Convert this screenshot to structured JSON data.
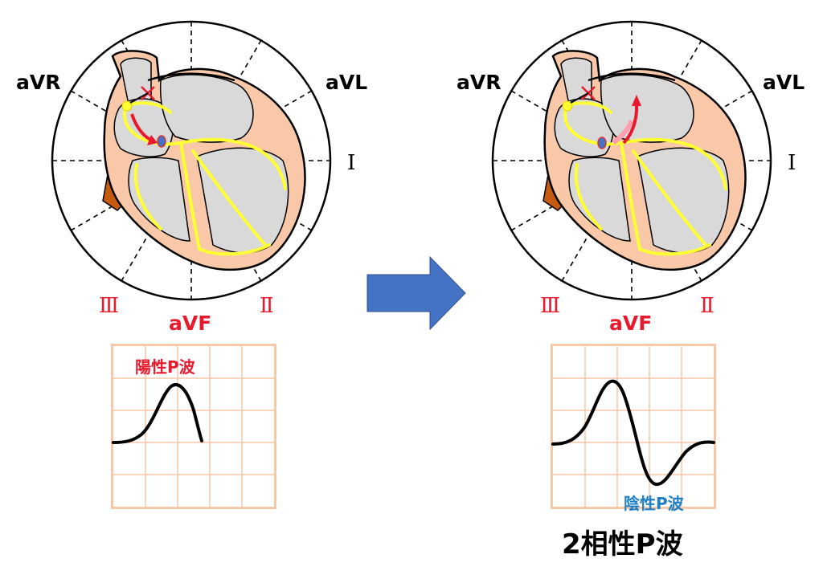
{
  "colors": {
    "red": "#e8192c",
    "blue": "#1f7fc6",
    "arrow": "#4472c4",
    "grid": "#f6c8a8",
    "conduction": "#ffff33",
    "myocardium": "#f8c8a8",
    "vena_cava": "#c55a11"
  },
  "left": {
    "leads": {
      "avr": "aVR",
      "avl": "aVL",
      "lead1": "Ⅰ",
      "lead2": "Ⅱ",
      "lead3": "Ⅲ",
      "avf": "aVF"
    },
    "wave_label": "陽性P波"
  },
  "right": {
    "leads": {
      "avr": "aVR",
      "avl": "aVL",
      "lead1": "Ⅰ",
      "lead2": "Ⅱ",
      "lead3": "Ⅲ",
      "avf": "aVF"
    },
    "wave_label": "陰性P波",
    "caption": "2相性P波"
  },
  "icons": {
    "transition": "right-arrow-icon"
  }
}
